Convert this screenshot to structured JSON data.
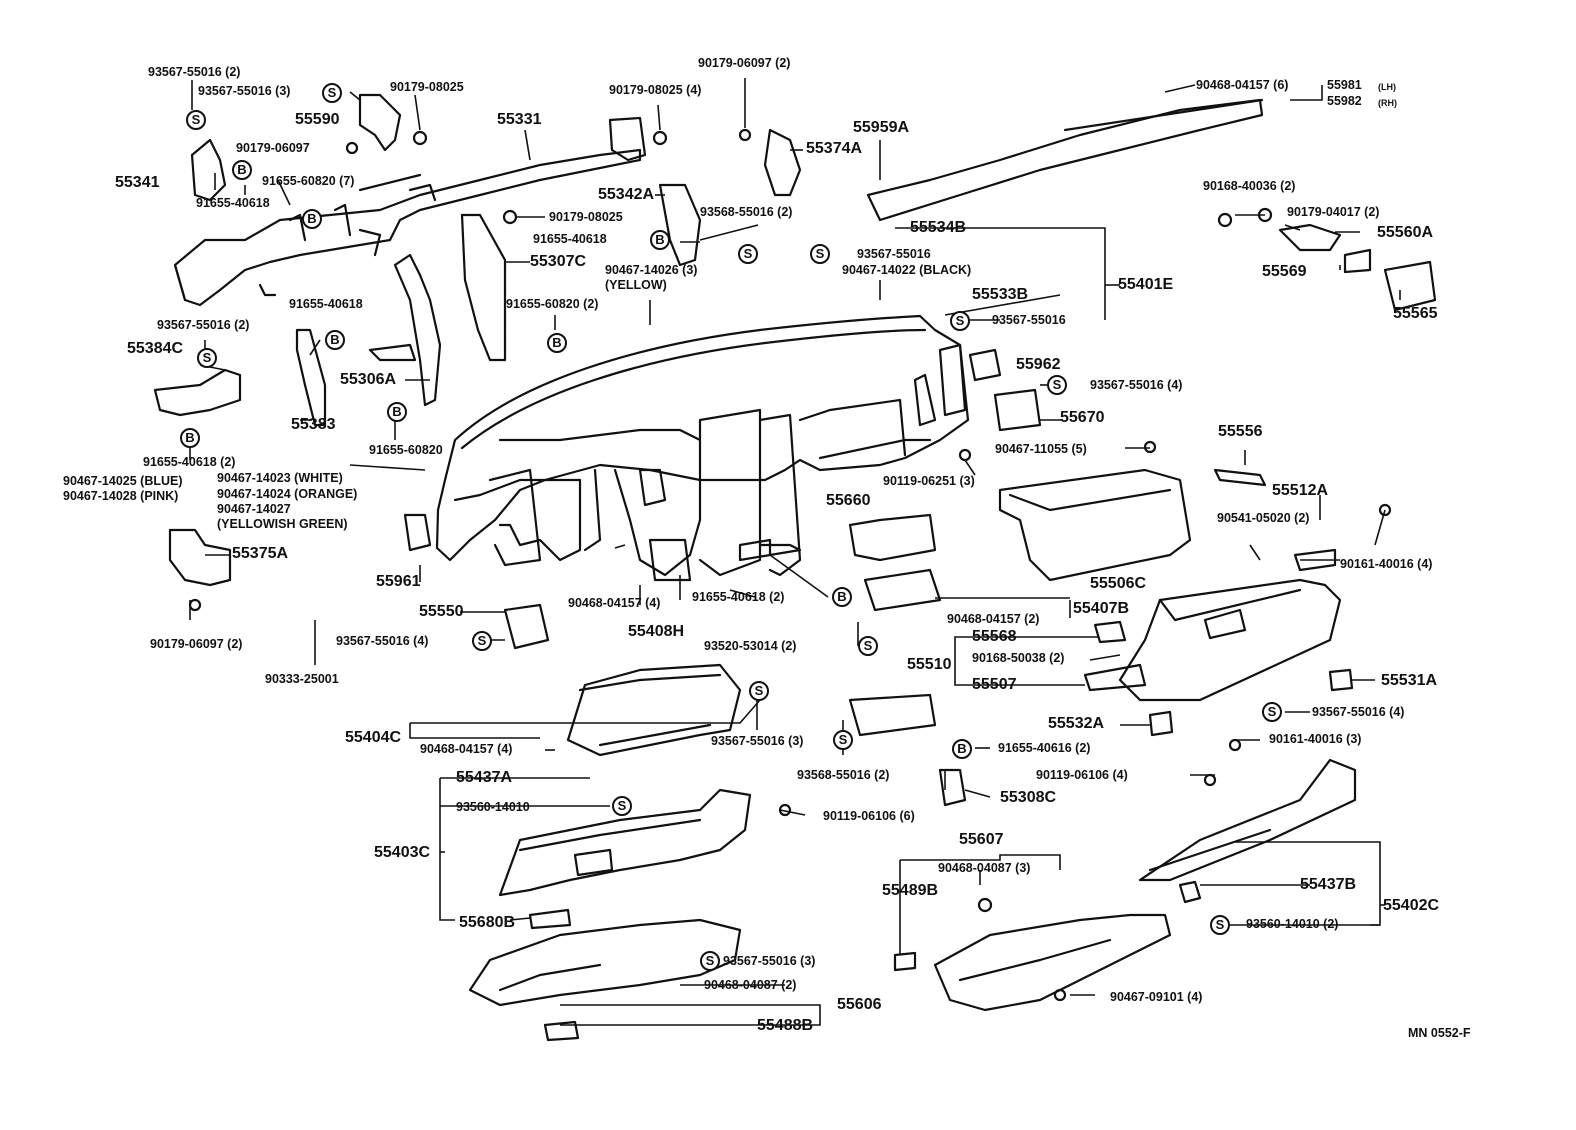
{
  "diagram": {
    "code": "MN 0552-F"
  },
  "symbols": {
    "s": "S",
    "b": "B"
  },
  "labels": {
    "l_93567_55016_2_a": "93567-55016 (2)",
    "l_93567_55016_3_a": "93567-55016 (3)",
    "l_90179_08025_a": "90179-08025",
    "l_55590": "55590",
    "l_55331": "55331",
    "l_90179_08025_4": "90179-08025 (4)",
    "l_90179_06097_2_a": "90179-06097 (2)",
    "l_55374a": "55374A",
    "l_55959a": "55959A",
    "l_90468_04157_6": "90468-04157 (6)",
    "l_55981": "55981",
    "l_55981_side": "(LH)",
    "l_55982": "55982",
    "l_55982_side": "(RH)",
    "l_90179_06097_b": "90179-06097",
    "l_55341": "55341",
    "l_91655_60820_7": "91655-60820 (7)",
    "l_91655_40618_a": "91655-40618",
    "l_55342a": "55342A",
    "l_90179_08025_b": "90179-08025",
    "l_93568_55016_2_a": "93568-55016 (2)",
    "l_91655_40618_b": "91655-40618",
    "l_55307c": "55307C",
    "l_90467_14026_3": "90467-14026 (3)",
    "l_yellow": "(YELLOW)",
    "l_91655_60820_2": "91655-60820 (2)",
    "l_55534b": "55534B",
    "l_93567_55016_b": "93567-55016",
    "l_90467_14022": "90467-14022 (BLACK)",
    "l_55533b": "55533B",
    "l_93567_55016_c": "93567-55016",
    "l_55401e": "55401E",
    "l_90168_40036_2": "90168-40036 (2)",
    "l_90179_04017_2": "90179-04017 (2)",
    "l_55560a": "55560A",
    "l_55569": "55569",
    "l_55565": "55565",
    "l_93567_55016_2_b": "93567-55016 (2)",
    "l_55384c": "55384C",
    "l_91655_40618_c": "91655-40618",
    "l_55306a": "55306A",
    "l_55383": "55383",
    "l_55962": "55962",
    "l_93567_55016_4_a": "93567-55016 (4)",
    "l_55670": "55670",
    "l_91655_60820_b": "91655-60820",
    "l_91655_40618_2_a": "91655-40618 (2)",
    "l_90467_14025": "90467-14025 (BLUE)",
    "l_90467_14028": "90467-14028 (PINK)",
    "l_90467_14023": "90467-14023 (WHITE)",
    "l_90467_14024": "90467-14024 (ORANGE)",
    "l_90467_14027": "90467-14027",
    "l_yellowish": "(YELLOWISH GREEN)",
    "l_90467_11055_5": "90467-11055 (5)",
    "l_90119_06251_3": "90119-06251 (3)",
    "l_55556": "55556",
    "l_55512a": "55512A",
    "l_55660": "55660",
    "l_90541_05020_2": "90541-05020 (2)",
    "l_90161_40016_4": "90161-40016 (4)",
    "l_55375a": "55375A",
    "l_55961": "55961",
    "l_55506c": "55506C",
    "l_90468_04157_4_a": "90468-04157 (4)",
    "l_91655_40618_2_b": "91655-40618 (2)",
    "l_55408h": "55408H",
    "l_90468_04157_2": "90468-04157 (2)",
    "l_55407b": "55407B",
    "l_55550": "55550",
    "l_90179_06097_2_b": "90179-06097 (2)",
    "l_93567_55016_4_b": "93567-55016 (4)",
    "l_93520_53014_2": "93520-53014 (2)",
    "l_55568": "55568",
    "l_90168_50038_2": "90168-50038 (2)",
    "l_55510": "55510",
    "l_55507": "55507",
    "l_90333_25001": "90333-25001",
    "l_55531a": "55531A",
    "l_93567_55016_4_c": "93567-55016 (4)",
    "l_55532a": "55532A",
    "l_90161_40016_3": "90161-40016 (3)",
    "l_55404c": "55404C",
    "l_90468_04157_4_b": "90468-04157 (4)",
    "l_93567_55016_3_b": "93567-55016 (3)",
    "l_93568_55016_2_b": "93568-55016 (2)",
    "l_91655_40616_2": "91655-40616 (2)",
    "l_90119_06106_4": "90119-06106 (4)",
    "l_55437a": "55437A",
    "l_55308c": "55308C",
    "l_93560_14010_a": "93560-14010",
    "l_90119_06106_6": "90119-06106 (6)",
    "l_55403c": "55403C",
    "l_55607": "55607",
    "l_90468_04087_3": "90468-04087 (3)",
    "l_55489b": "55489B",
    "l_55437b": "55437B",
    "l_55402c": "55402C",
    "l_55680b": "55680B",
    "l_93560_14010_2": "93560-14010 (2)",
    "l_93567_55016_3_c": "93567-55016 (3)",
    "l_90468_04087_2": "90468-04087 (2)",
    "l_55606": "55606",
    "l_90467_09101_4": "90467-09101 (4)",
    "l_55488b": "55488B"
  }
}
